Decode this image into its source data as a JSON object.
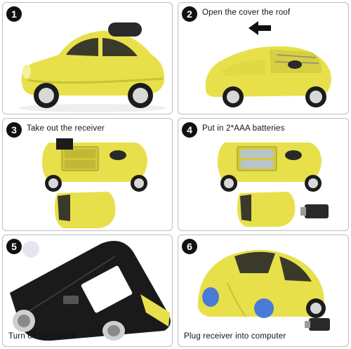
{
  "steps": [
    {
      "number": "1",
      "caption": ""
    },
    {
      "number": "2",
      "caption": "Open the cover the roof"
    },
    {
      "number": "3",
      "caption": "Take out the receiver"
    },
    {
      "number": "4",
      "caption": "Put in 2*AAA batteries"
    },
    {
      "number": "5",
      "caption": "Turn on the switch"
    },
    {
      "number": "6",
      "caption": "Plug receiver into computer"
    }
  ],
  "icons": {
    "direction_arrow": "arrow-left-icon"
  },
  "colors": {
    "car_body": "#e8e04a",
    "car_shade": "#c9c237",
    "window": "#3a3a2a",
    "tire": "#1c1c1c",
    "rim": "#d8d8d8",
    "headlight": "#4a7ad8",
    "panel_border": "#bdbdbd",
    "badge": "#111111"
  }
}
